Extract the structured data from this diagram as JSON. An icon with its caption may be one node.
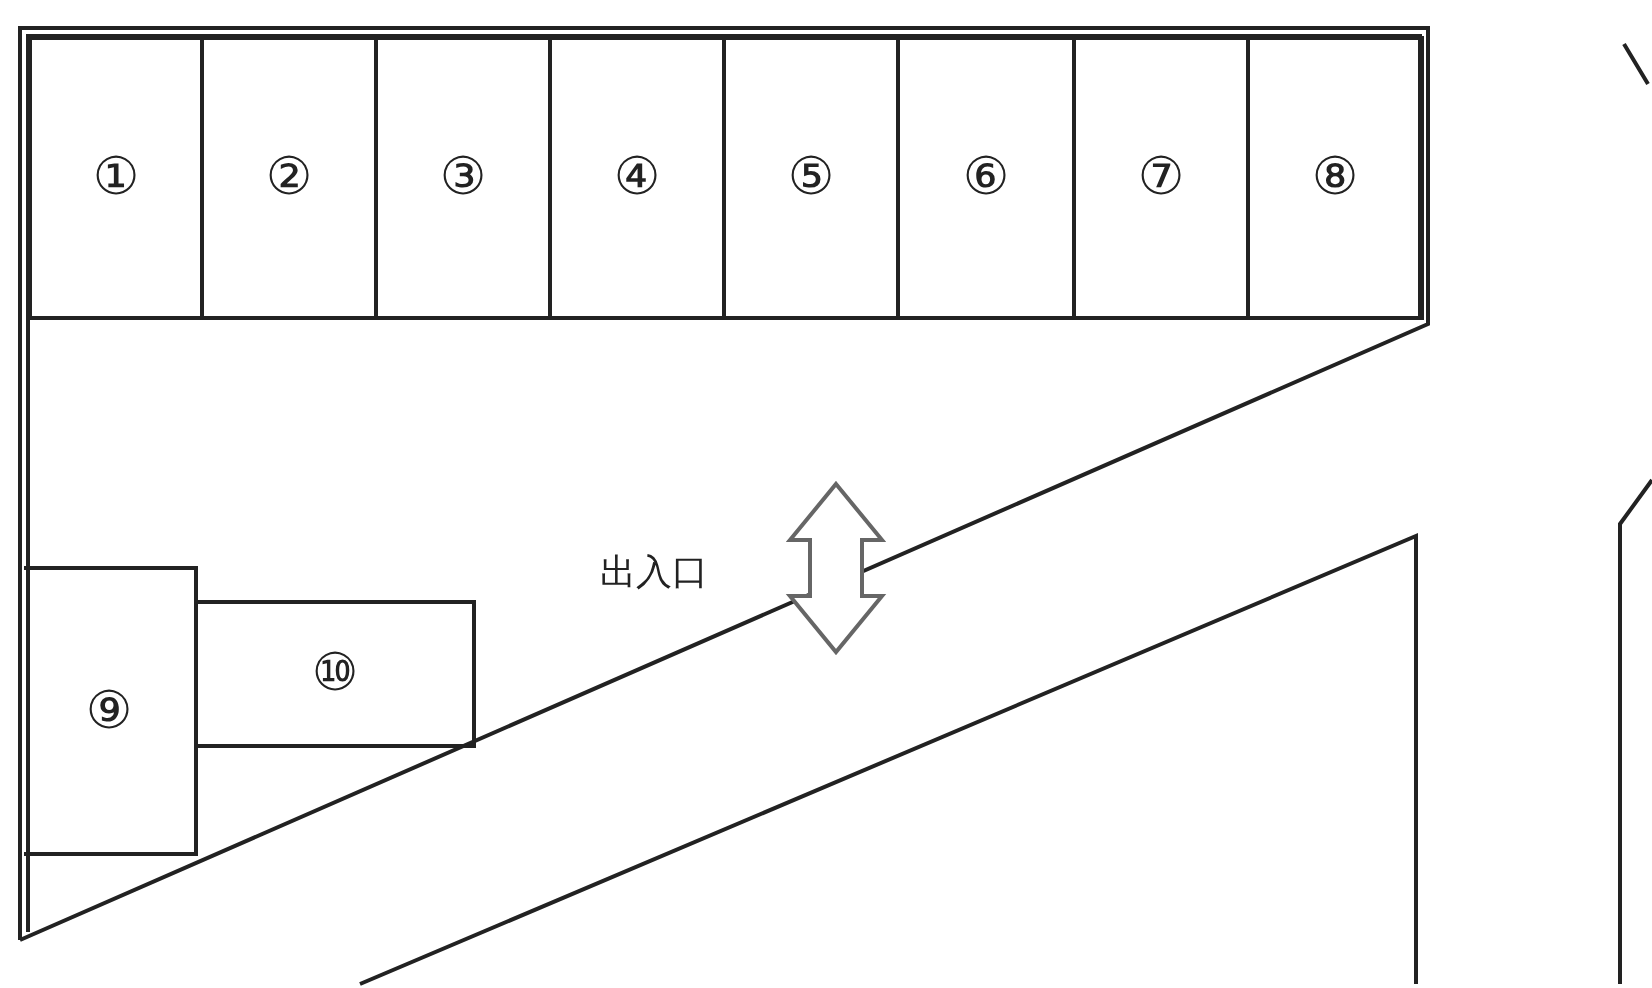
{
  "diagram": {
    "nodes": [
      {
        "text": [
          "①"
        ]
      },
      {
        "text": [
          "②"
        ]
      },
      {
        "text": [
          "③"
        ]
      },
      {
        "text": [
          "④"
        ]
      },
      {
        "text": [
          "⑤"
        ]
      },
      {
        "text": [
          "⑥"
        ]
      },
      {
        "text": [
          "⑦"
        ]
      },
      {
        "text": [
          "⑧"
        ]
      },
      {
        "text": [
          "⑨"
        ]
      },
      {
        "text": [
          "⑩"
        ]
      }
    ],
    "labels": [
      "出入口"
    ]
  }
}
